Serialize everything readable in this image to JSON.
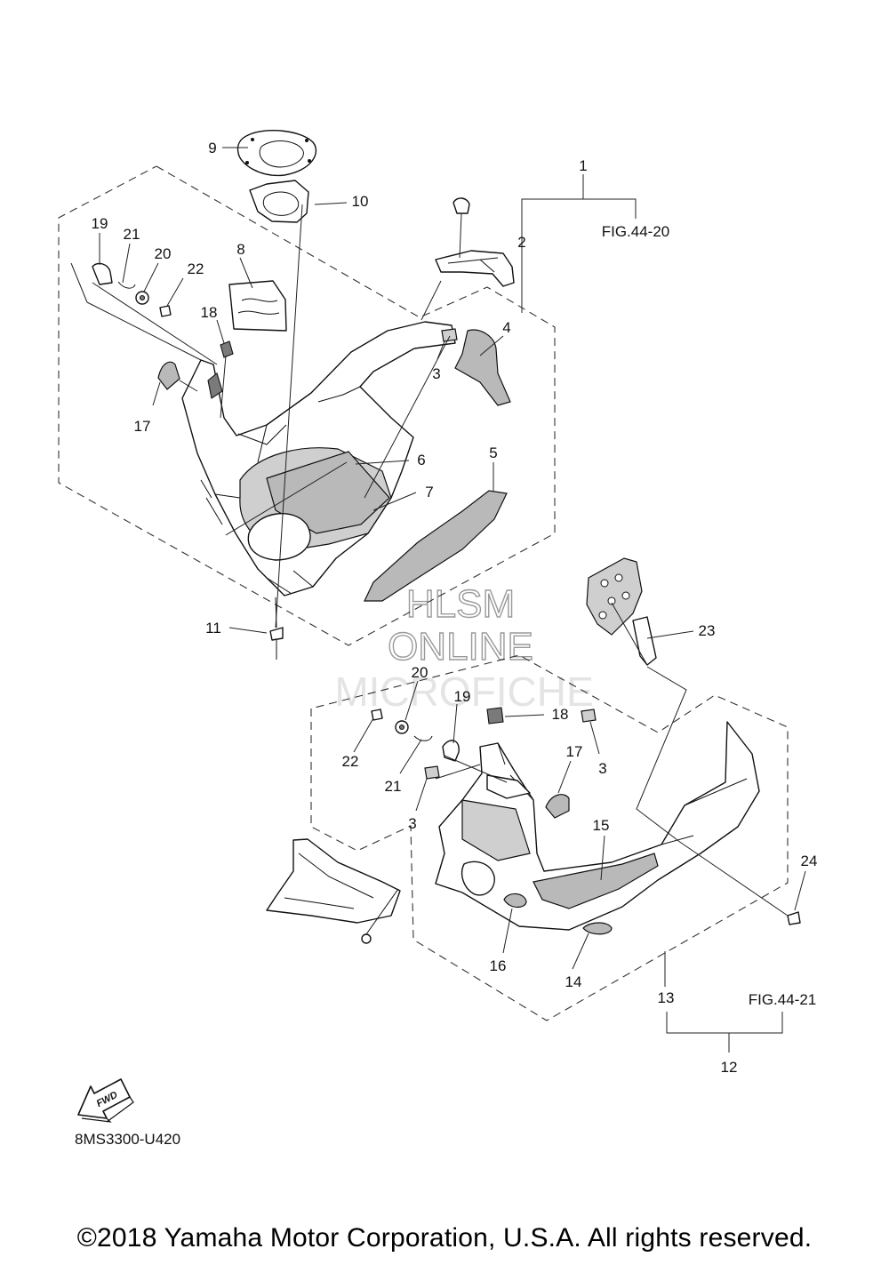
{
  "callouts": {
    "c1": "1",
    "c2": "2",
    "c3a": "3",
    "c4": "4",
    "c5": "5",
    "c6": "6",
    "c7": "7",
    "c8": "8",
    "c9": "9",
    "c10": "10",
    "c11": "11",
    "c17a": "17",
    "c18a": "18",
    "c19a": "19",
    "c20a": "20",
    "c21a": "21",
    "c22a": "22",
    "c12": "12",
    "c13": "13",
    "c14": "14",
    "c15": "15",
    "c16": "16",
    "c17b": "17",
    "c18b": "18",
    "c19b": "19",
    "c20b": "20",
    "c21b": "21",
    "c22b": "22",
    "c3b": "3",
    "c3c": "3",
    "c23": "23",
    "c24": "24"
  },
  "figure_refs": {
    "upper": "FIG.44-20",
    "lower": "FIG.44-21"
  },
  "watermark": {
    "line1": "HLSM",
    "line2": "ONLINE",
    "line3": "MICROFICHE"
  },
  "fwd_label": "FWD",
  "diagram_code": "8MS3300-U420",
  "footer": "©2018 Yamaha Motor Corporation, U.S.A. All rights reserved."
}
